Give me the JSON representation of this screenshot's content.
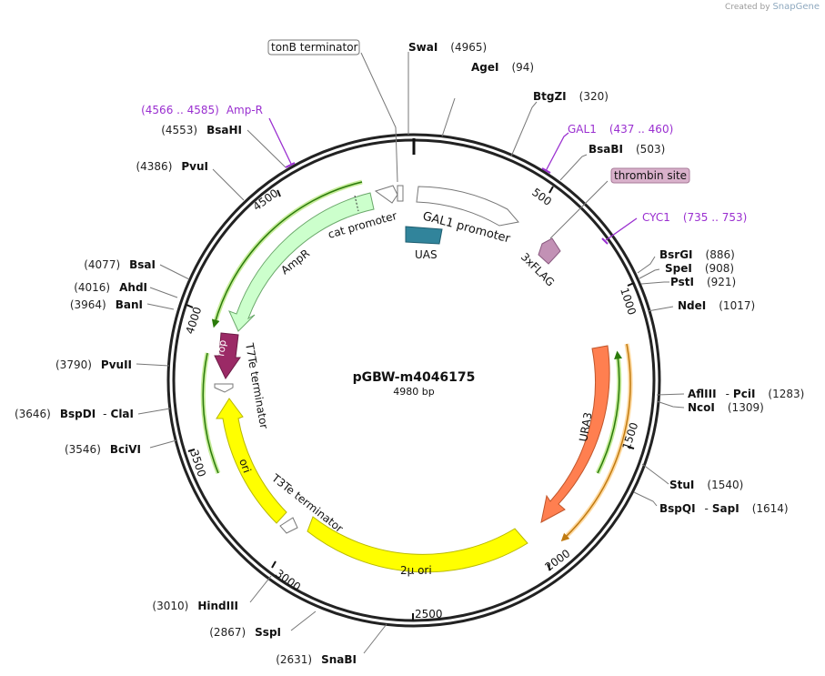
{
  "credit": {
    "prefix": "Created by",
    "brand": "SnapGene"
  },
  "plasmid": {
    "name": "pGBW-m4046175",
    "length": "4980 bp"
  },
  "ticks": [
    "500",
    "1000",
    "1500",
    "2000",
    "2500",
    "3000",
    "3500",
    "4000",
    "4500"
  ],
  "enzymes": [
    {
      "name": "SwaI",
      "pos": "(4965)"
    },
    {
      "name": "AgeI",
      "pos": "(94)"
    },
    {
      "name": "BtgZI",
      "pos": "(320)"
    },
    {
      "name": "BsaBI",
      "pos": "(503)"
    },
    {
      "name": "BsrGI",
      "pos": "(886)"
    },
    {
      "name": "SpeI",
      "pos": "(908)"
    },
    {
      "name": "PstI",
      "pos": "(921)"
    },
    {
      "name": "NdeI",
      "pos": "(1017)"
    },
    {
      "name": "AflIII",
      "name2": "PciI",
      "pos": "(1283)"
    },
    {
      "name": "NcoI",
      "pos": "(1309)"
    },
    {
      "name": "StuI",
      "pos": "(1540)"
    },
    {
      "name": "BspQI",
      "name2": "SapI",
      "pos": "(1614)"
    },
    {
      "name": "SnaBI",
      "pos": "(2631)"
    },
    {
      "name": "SspI",
      "pos": "(2867)"
    },
    {
      "name": "HindIII",
      "pos": "(3010)"
    },
    {
      "name": "BciVI",
      "pos": "(3546)"
    },
    {
      "name": "BspDI",
      "name2": "ClaI",
      "pos": "(3646)"
    },
    {
      "name": "PvuII",
      "pos": "(3790)"
    },
    {
      "name": "BanI",
      "pos": "(3964)"
    },
    {
      "name": "AhdI",
      "pos": "(4016)"
    },
    {
      "name": "BsaI",
      "pos": "(4077)"
    },
    {
      "name": "PvuI",
      "pos": "(4386)"
    },
    {
      "name": "BsaHI",
      "pos": "(4553)"
    }
  ],
  "sites": [
    {
      "name": "Amp-R",
      "range": "(4566 .. 4585)"
    },
    {
      "name": "GAL1",
      "range": "(437 .. 460)"
    },
    {
      "name": "CYC1",
      "range": "(735 .. 753)"
    }
  ],
  "boxed_labels": [
    {
      "name": "tonB terminator"
    },
    {
      "name": "thrombin site"
    }
  ],
  "features": [
    {
      "name": "GAL1 promoter",
      "color": "#ffffff"
    },
    {
      "name": "UAS",
      "color": "#31849b"
    },
    {
      "name": "3xFLAG",
      "color": "#c291b5"
    },
    {
      "name": "cat promoter",
      "color": "#ffffff"
    },
    {
      "name": "AmpR",
      "color": "#ccffcc"
    },
    {
      "name": "rop",
      "color": "#9b2a66"
    },
    {
      "name": "T7Te terminator",
      "color": "#ffffff"
    },
    {
      "name": "ori",
      "color": "#ffff00"
    },
    {
      "name": "T3Te terminator",
      "color": "#ffffff"
    },
    {
      "name": "2μ ori",
      "color": "#ffff00"
    },
    {
      "name": "URA3",
      "color": "#ff7f50"
    }
  ]
}
